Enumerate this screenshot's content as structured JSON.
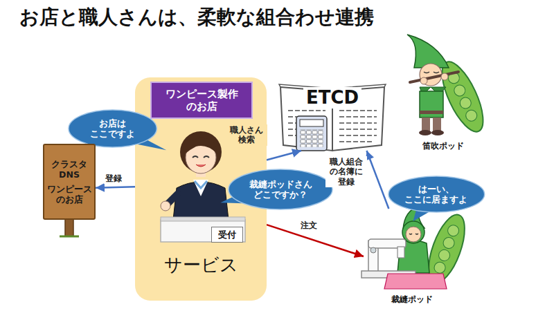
{
  "diagram": {
    "title": "お店と職人さんは、柔軟な組合わせ連携",
    "nodes": [
      {
        "text": [
          "サービス"
        ]
      },
      {
        "text": [
          "ワンピース製作 のお店"
        ],
        "in": 0
      },
      {
        "text": [
          "受付"
        ],
        "in": 0
      },
      {
        "text": [
          "お店は ここですよ"
        ]
      },
      {
        "text": [
          "裁縫ポッドさん どこですか？"
        ]
      },
      {
        "text": [
          "クラスタ DNS",
          "ワンピース のお店"
        ]
      },
      {
        "text": [
          "ETCD"
        ]
      },
      {
        "text": [
          "笛吹ポッド"
        ]
      },
      {
        "text": [
          "はーい、 ここに居ますよ"
        ]
      },
      {
        "text": [
          "裁縫ポッド"
        ]
      }
    ],
    "edges": [
      {
        "from": 0,
        "to": 5,
        "arrow": "to",
        "label": "登録"
      },
      {
        "from": 0,
        "to": 6,
        "arrow": "to",
        "label": "職人さん 検索"
      },
      {
        "from": 9,
        "to": 6,
        "arrow": "to",
        "label": "職人組合 の名簿に 登録"
      },
      {
        "from": 0,
        "to": 9,
        "arrow": "to",
        "label": "注文"
      }
    ]
  }
}
